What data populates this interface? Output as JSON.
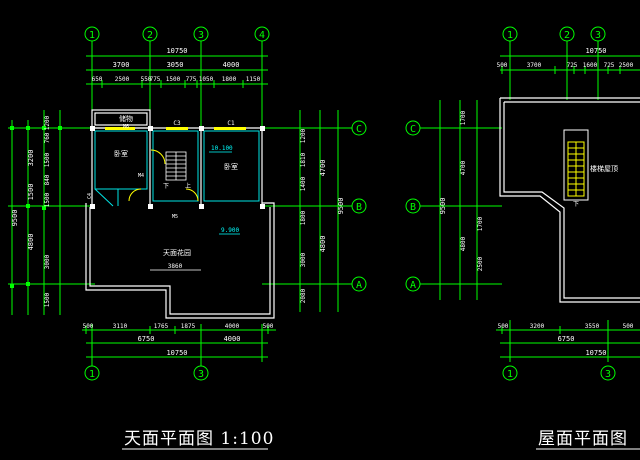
{
  "colors": {
    "background": "#000000",
    "dimension": "#00ff00",
    "grid_axis": "#00ff00",
    "wall": "#ffffff",
    "room_label": "#ffffff",
    "window": "#ffff00",
    "cyan_detail": "#00e5e5",
    "title": "#ffffff"
  },
  "axis_labels": {
    "top": [
      "1",
      "2",
      "3",
      "4"
    ],
    "side": [
      "C",
      "B",
      "A"
    ]
  },
  "plan1": {
    "title": "天面平面图 1:100",
    "dims_top_row1": "10750",
    "dims_top_row2": [
      "3700",
      "3050",
      "4000"
    ],
    "dims_top_row3": [
      "650",
      "2500",
      "550",
      "775",
      "1500",
      "775",
      "1050",
      "1800",
      "1150"
    ],
    "dims_left_outer": [
      "3200",
      "1500",
      "4800"
    ],
    "dims_left_inner": [
      "760",
      "1200",
      "1500",
      "840",
      "1500",
      "3000",
      "1500"
    ],
    "dims_left_total": "9500",
    "dims_right_inner": [
      "1200",
      "1810",
      "1400",
      "1800",
      "3000",
      "2080"
    ],
    "dims_right_outer": [
      "4700",
      "4800"
    ],
    "dims_right_total": "9500",
    "dims_bottom_row1": [
      "500",
      "3110",
      "1765",
      "1875",
      "4000",
      "500"
    ],
    "dims_bottom_row2": [
      "6750",
      "4000"
    ],
    "dims_bottom_row3": "10750",
    "rooms": {
      "store": "储物",
      "bedroom_left": "卧室",
      "bedroom_right": "卧室",
      "terrace": "天面花园",
      "down": "下",
      "up": "上"
    },
    "codes": {
      "m6": "M6",
      "c3": "C3",
      "c1": "C1",
      "m4": "M4",
      "m5": "M5",
      "c4": "C4"
    },
    "elevations": {
      "floor": "10.100",
      "terrace": "9.900"
    },
    "inner_dim": "3860"
  },
  "plan2": {
    "title": "屋面平面图",
    "dims_top_row1": "10750",
    "dims_top_row2": [
      "500",
      "3700",
      "725",
      "1600",
      "725",
      "2500"
    ],
    "dims_right_inner": [
      "1700",
      "4700",
      "1700",
      "4800",
      "2500"
    ],
    "dims_right_total": "9500",
    "dims_bottom_row1": [
      "500",
      "3200",
      "3550",
      "500"
    ],
    "dims_bottom_row2": "6750",
    "dims_bottom_row3": "10750",
    "rooms": {
      "stair": "楼梯屋顶",
      "down": "下"
    }
  }
}
